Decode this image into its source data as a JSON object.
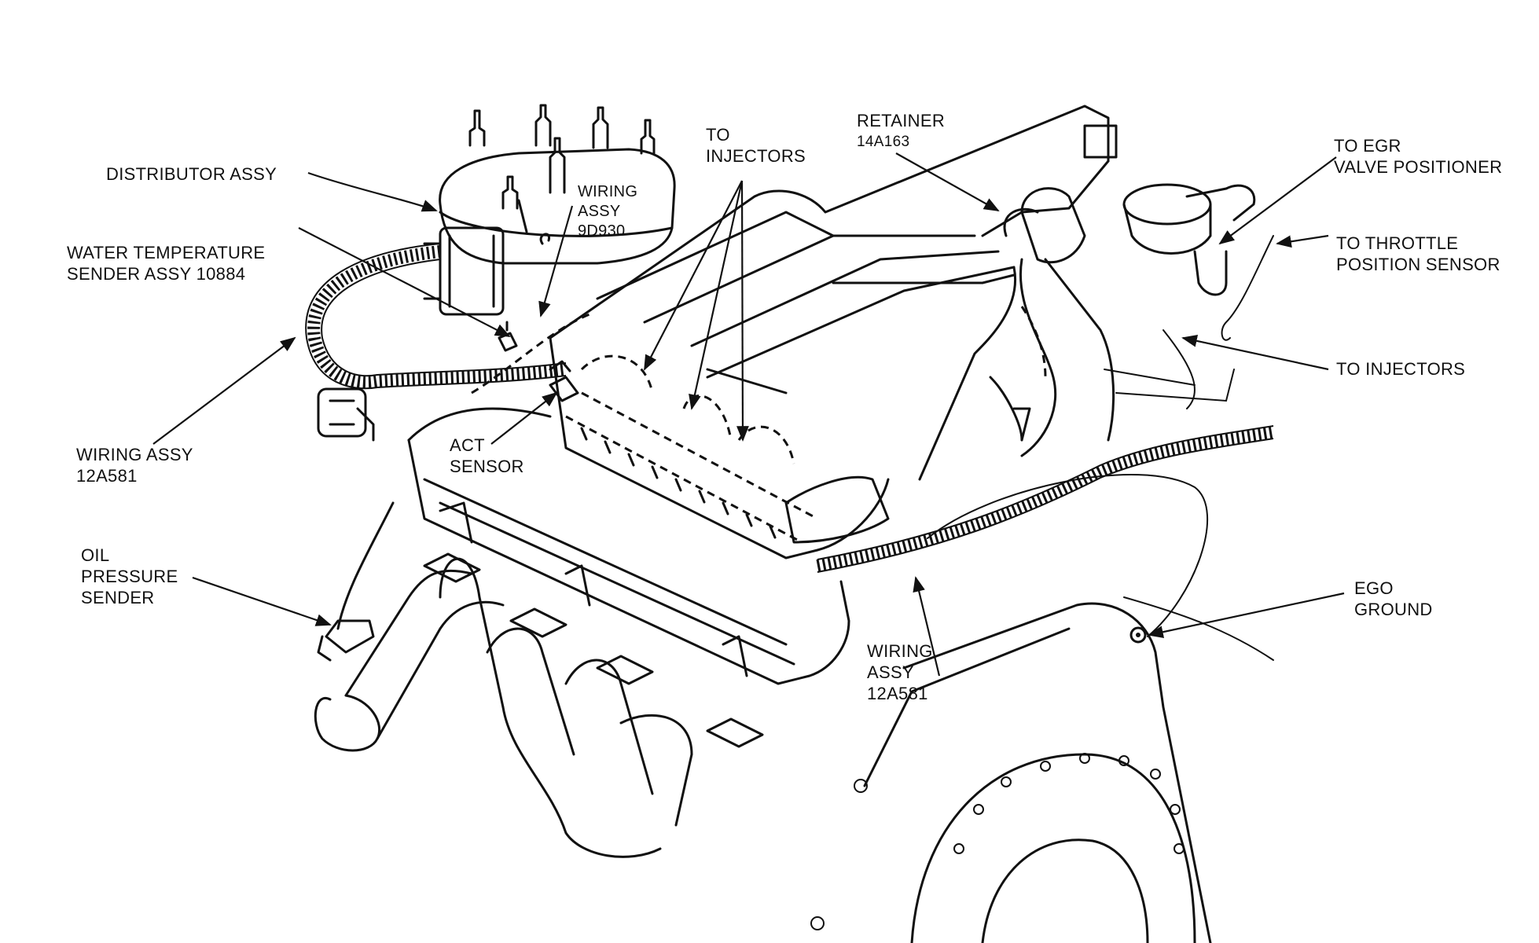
{
  "labels": {
    "distributor": [
      "DISTRIBUTOR ASSY"
    ],
    "water_temp": [
      "WATER TEMPERATURE",
      "SENDER ASSY 10884"
    ],
    "wiring_9d930": [
      "WIRING",
      "ASSY",
      "9D930"
    ],
    "to_injectors_top": [
      "TO",
      "INJECTORS"
    ],
    "retainer": [
      "RETAINER",
      "14A163"
    ],
    "to_egr": [
      "TO EGR",
      "VALVE POSITIONER"
    ],
    "to_throttle": [
      "TO THROTTLE",
      "POSITION SENSOR"
    ],
    "to_injectors_right": [
      "TO INJECTORS"
    ],
    "wiring_12a581_left": [
      "WIRING ASSY",
      "12A581"
    ],
    "act_sensor": [
      "ACT",
      "SENSOR"
    ],
    "oil_pressure": [
      "OIL",
      "PRESSURE",
      "SENDER"
    ],
    "ego_ground": [
      "EGO",
      "GROUND"
    ],
    "wiring_12a581_bottom": [
      "WIRING",
      "ASSY",
      "12A581"
    ]
  },
  "icons": {
    "arrowhead": "arrowhead-icon"
  }
}
